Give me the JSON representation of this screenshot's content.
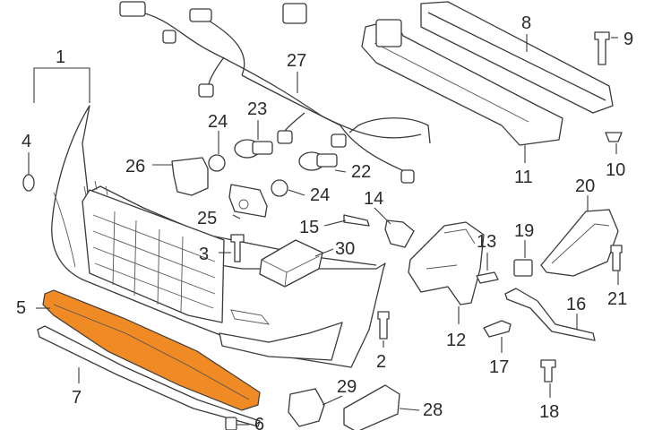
{
  "diagram": {
    "highlight_color": "#f08a24",
    "line_color": "#3a3a3a",
    "callouts": {
      "c1": "1",
      "c2": "2",
      "c3": "3",
      "c4": "4",
      "c5": "5",
      "c6": "6",
      "c7": "7",
      "c8": "8",
      "c9": "9",
      "c10": "10",
      "c11": "11",
      "c12": "12",
      "c13": "13",
      "c14": "14",
      "c15": "15",
      "c16": "16",
      "c17": "17",
      "c18": "18",
      "c19": "19",
      "c20": "20",
      "c21": "21",
      "c22": "22",
      "c23": "23",
      "c24a": "24",
      "c24b": "24",
      "c25": "25",
      "c26": "26",
      "c27": "27",
      "c28": "28",
      "c29": "29",
      "c30": "30"
    }
  }
}
